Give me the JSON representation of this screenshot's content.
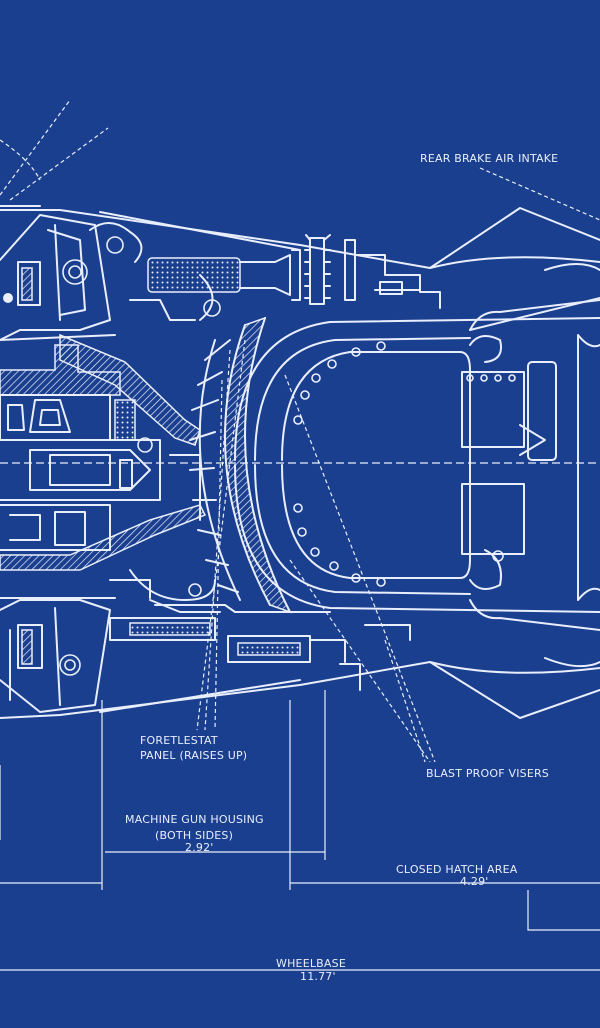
{
  "labels": {
    "rear_brake_air_intake": "REAR BRAKE AIR INTAKE",
    "foretlestat_panel_line1": "FORETLESTAT",
    "foretlestat_panel_line2": "PANEL (RAISES UP)",
    "blast_proof_visers": "BLAST PROOF VISERS",
    "machine_gun_housing_line1": "MACHINE GUN HOUSING",
    "machine_gun_housing_line2": "(BOTH SIDES)",
    "machine_gun_housing_dim": "2.92'",
    "closed_hatch_area": "CLOSED HATCH AREA",
    "closed_hatch_area_dim": "4.29'",
    "wheelbase": "WHEELBASE",
    "wheelbase_dim": "11.77'"
  },
  "colors": {
    "background": "#1a3f8f",
    "line": "#e9eefc"
  }
}
